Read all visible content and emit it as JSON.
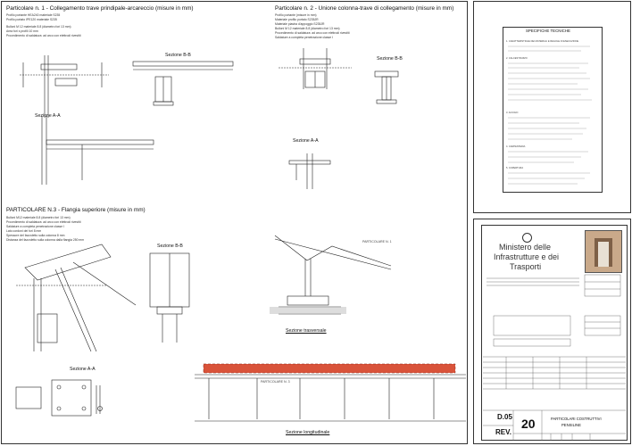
{
  "sheet": {
    "detail1": {
      "title": "Particolare n. 1 - Collegamento trave prindipale-arcareccio (misure in mm)",
      "notes": [
        "Profilo portante HEA240 materiale S235",
        "Profilo portato IPE120 materiale S235",
        "Bulloni M 12 materiale 8.8 (diametro fori 13 mm)",
        "Area fori s profili 10 mm",
        "Procedimento di saldatura: ad arco con elettrodi rivestiti"
      ],
      "sections": [
        "Sezione B-B",
        "Sezione A-A"
      ]
    },
    "detail2": {
      "title": "Particolare n. 2 - Unione colonna-trave di collegamento (misure in mm)",
      "notes": [
        "Profilo portante (misure in mm)",
        "Materiale profilo portato S235JR",
        "Materiale piastra d'appoggio S235JR",
        "Bulloni M 12 materiale 8.8 (diametro fori 13 mm)",
        "Procedimento di saldatura: ad arco con elettrodi rivestiti",
        "Saldature a completa penetrazione classe I"
      ],
      "sections": [
        "Sezione B-B",
        "Sezione A-A"
      ]
    },
    "detail3": {
      "title": "PARTICOLARE N.3 - Flangia superiore (misure in mm)",
      "notes": [
        "Bulloni M12 materiale 8.8 (diametro fori 13 mm)",
        "Procedimento di saldatura: ad arco con elettrodi rivestiti",
        "Saldature a completa penetrazione classe I",
        "Lato cordoni dei fori 8 mm",
        "Spessore del fazzoletto sulla colonna 8 mm",
        "Distanza del fazzoletto sulla colonna dalla flangia 250 mm"
      ],
      "sections": [
        "Sezione B-B",
        "Sezione A-A"
      ],
      "callout": "PARTICOLARE N. 1"
    },
    "views": {
      "transversal": "Sezione trasversale",
      "longitudinal": "Sezione longitudinale",
      "callout3": "PARTICOLARE N. 3"
    },
    "specs": {
      "title": "SPECIFICHE TECNICHE",
      "items": [
        "1. CARATTERISTICHE DEI MATERIALI E REGOLE DI ESECUZIONE",
        "2. CALCESTRUZZO",
        "3. ACCIAIO",
        "4. CARPENTERIA",
        "5. COPERTURA"
      ]
    },
    "titleblock": {
      "ministry_lines": [
        "Ministero delle",
        "Infrastrutture e dei",
        "Trasporti"
      ],
      "code": "D.05",
      "rev_label": "REV.",
      "sheet_number": "20",
      "sheet_title_lines": [
        "PARTICOLARI COSTRUTTIVI",
        "PENSILINE"
      ]
    }
  }
}
